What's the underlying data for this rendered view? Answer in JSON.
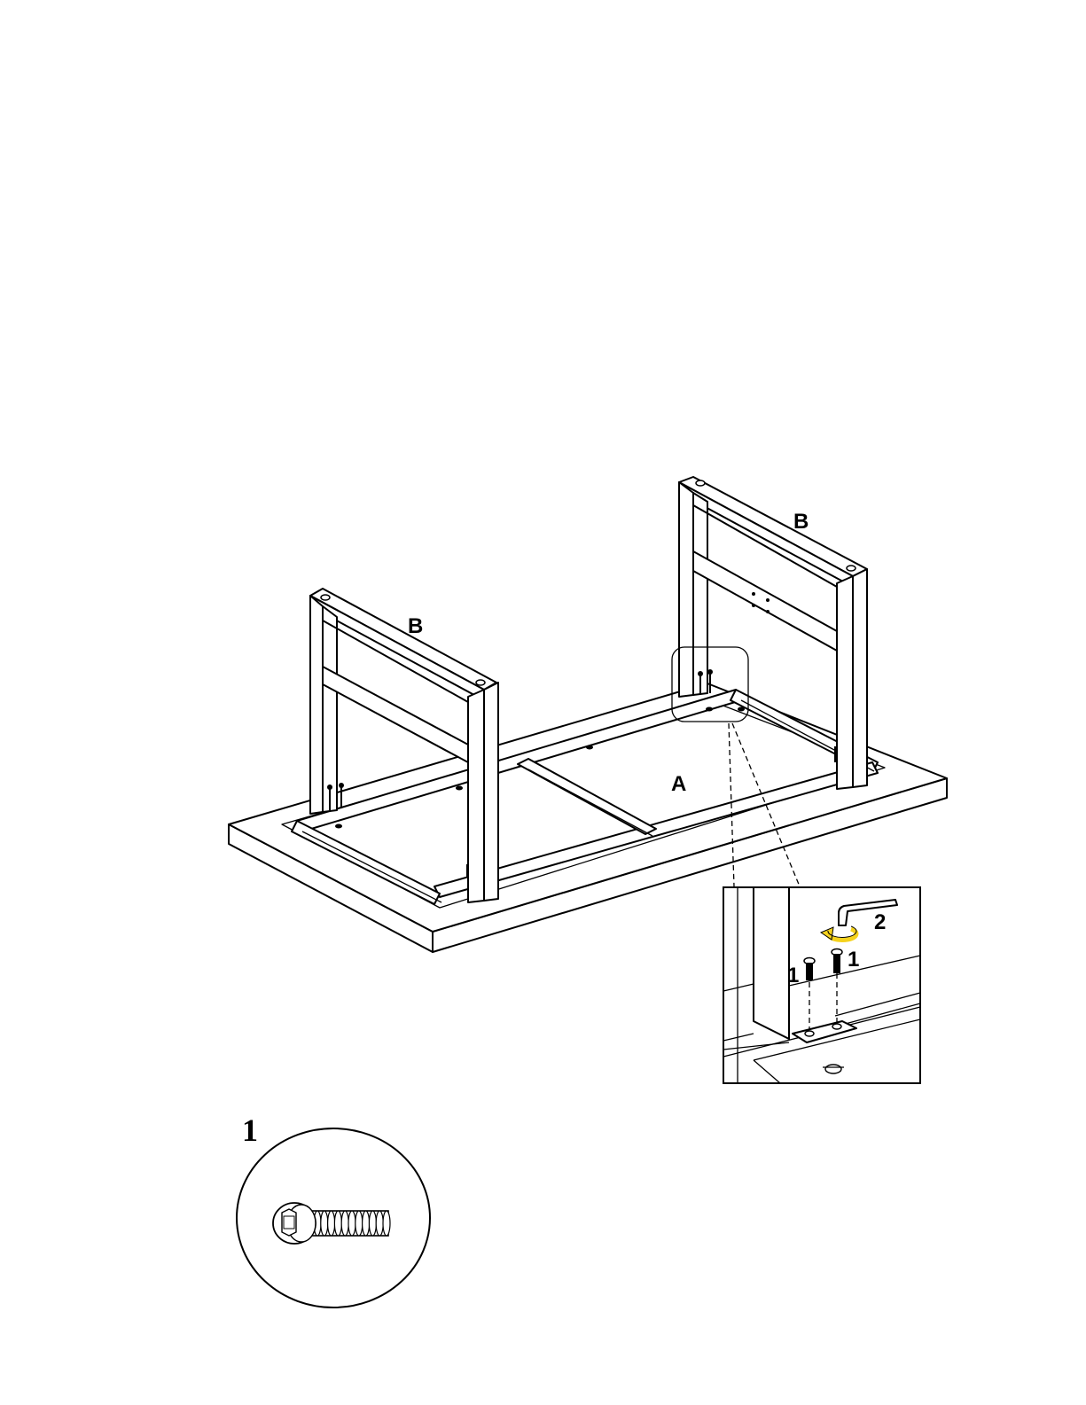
{
  "labels": {
    "part_a": "A",
    "part_b_left": "B",
    "part_b_right": "B",
    "detail_screw_left": "1",
    "detail_screw_right": "1",
    "detail_key": "2",
    "hardware_number": "1"
  },
  "colors": {
    "line": "#000000",
    "background": "#ffffff",
    "rotation_arrow": "#f5d21c"
  },
  "icons": {
    "hardware": "hex-socket-bolt-icon",
    "tool": "allen-key-icon",
    "rotation": "rotate-arrow-icon"
  }
}
